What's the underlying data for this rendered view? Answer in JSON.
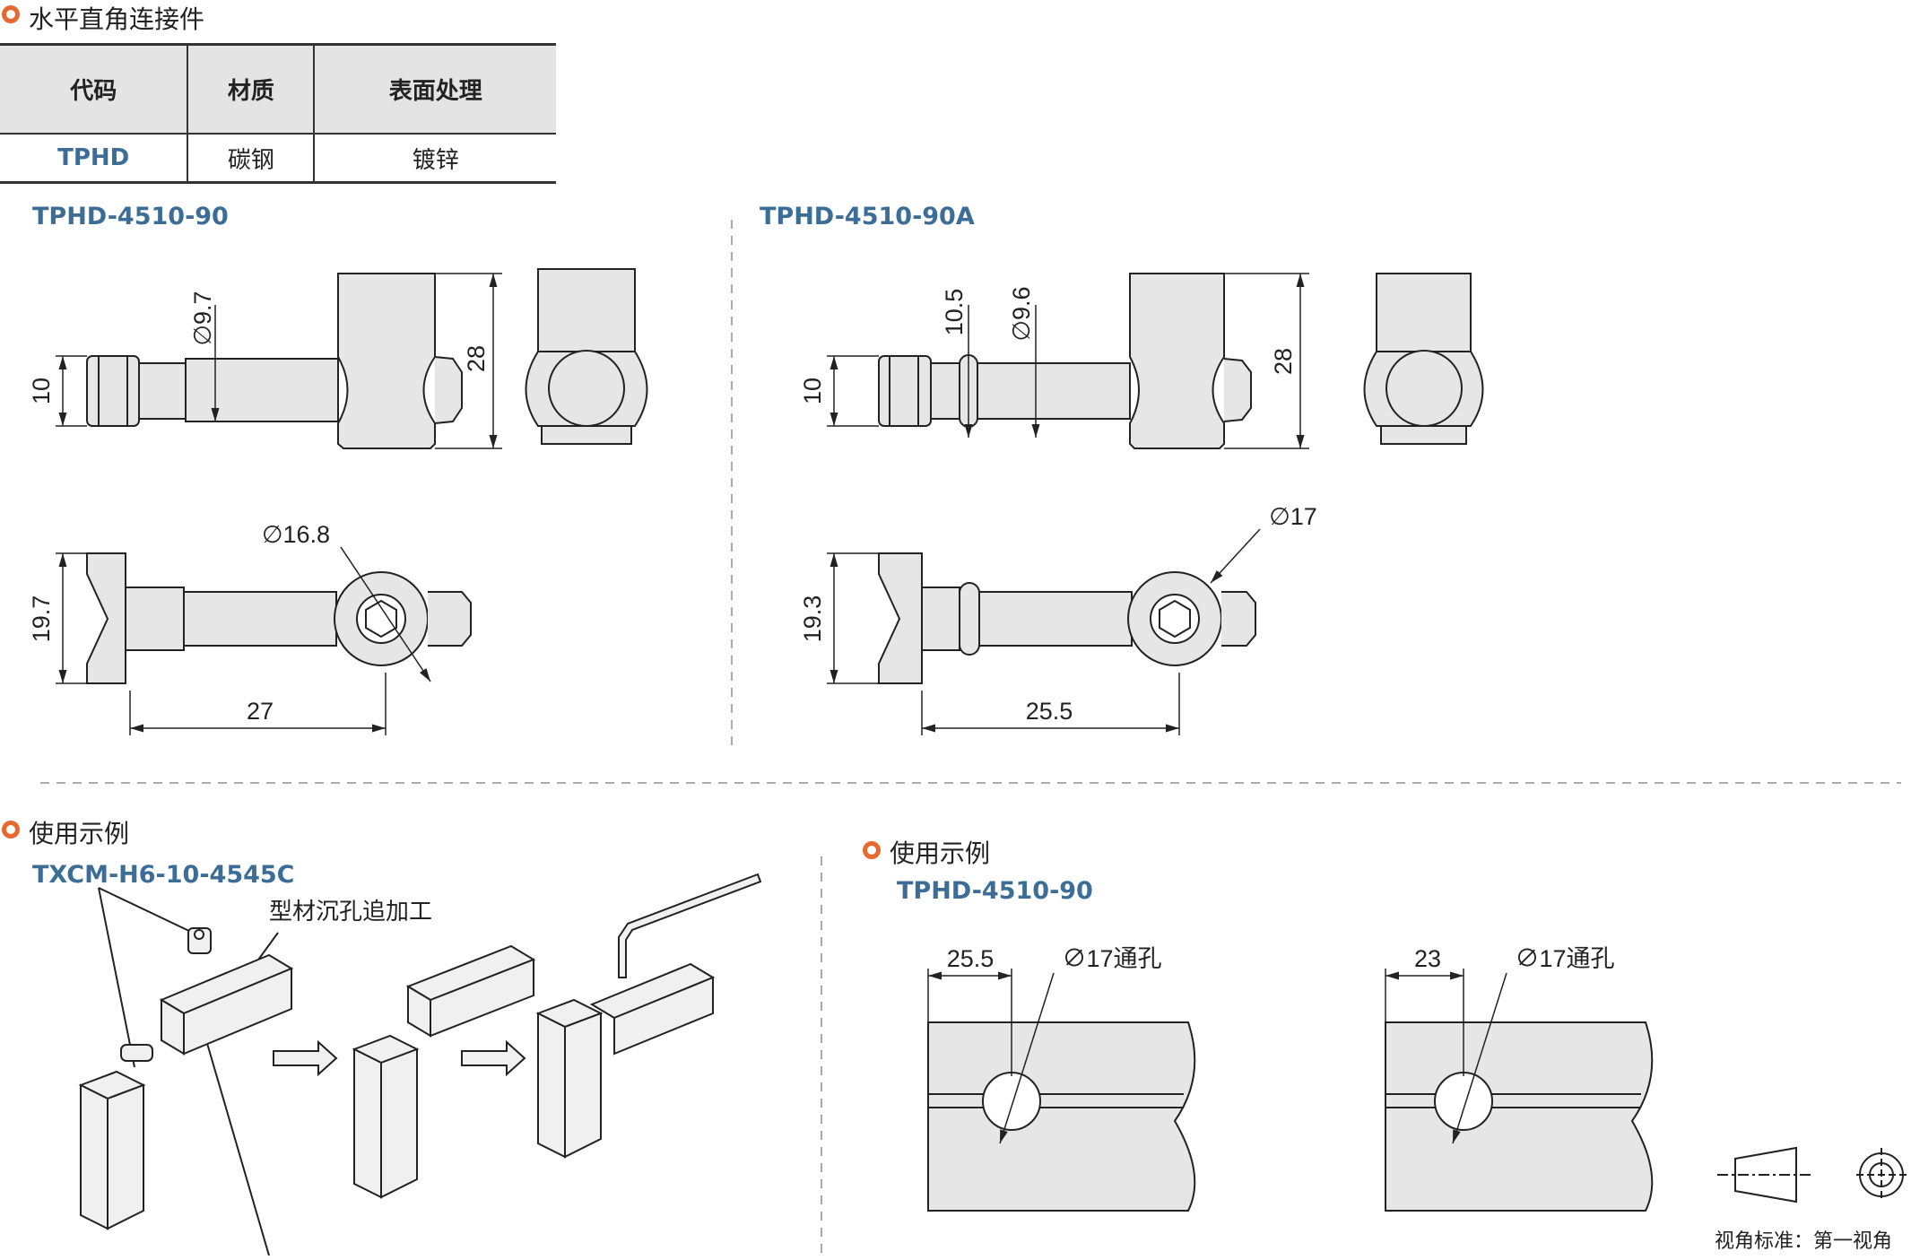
{
  "section1": {
    "title": "水平直角连接件"
  },
  "spec_table": {
    "headers": [
      "代码",
      "材质",
      "表面处理"
    ],
    "row": {
      "code": "TPHD",
      "material": "碳钢",
      "finish": "镀锌"
    }
  },
  "model_a": {
    "label": "TPHD-4510-90",
    "dims": {
      "dia_shaft": "∅9.7",
      "height": "28",
      "head": "10",
      "dia_head": "∅16.8",
      "width": "19.7",
      "length": "27"
    }
  },
  "model_b": {
    "label": "TPHD-4510-90A",
    "dims": {
      "groove": "10.5",
      "dia_shaft": "∅9.6",
      "height": "28",
      "head": "10",
      "dia_head": "∅17",
      "width": "19.3",
      "length": "25.5"
    }
  },
  "usage_left": {
    "title": "使用示例",
    "part_label": "TXCM-H6-10-4545C",
    "note": "型材沉孔追加工"
  },
  "usage_right": {
    "title": "使用示例",
    "part_label": "TPHD-4510-90",
    "left_view": {
      "distance": "25.5",
      "hole": "∅17通孔"
    },
    "right_view": {
      "distance": "23",
      "hole": "∅17通孔"
    }
  },
  "footer": {
    "projection": "视角标准：第一视角"
  },
  "colors": {
    "accent": "#e8692f",
    "label_blue": "#3b6d96",
    "header_bg": "#e4e4e4",
    "part_fill": "#e6e6e6"
  },
  "icons": [
    "section-bullet-icon",
    "first-angle-projection-icon",
    "arrow-right-icon"
  ]
}
